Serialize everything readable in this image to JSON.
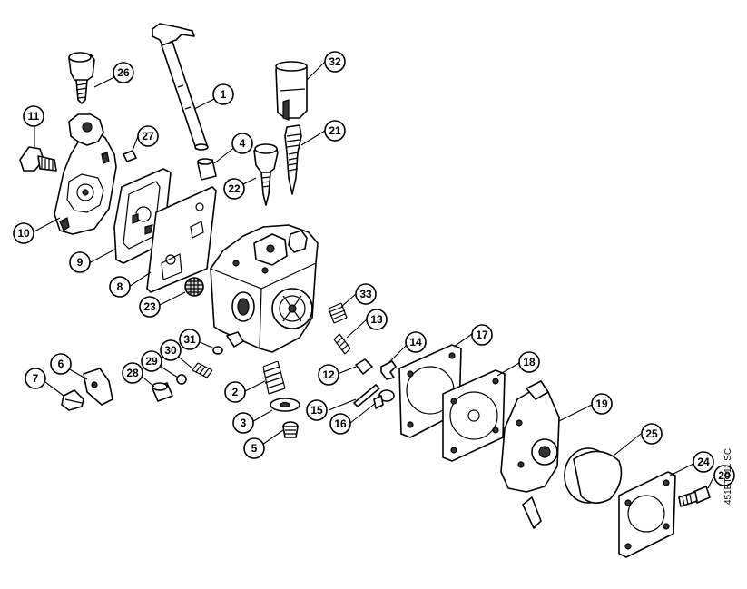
{
  "diagram": {
    "reference_code": "451ET011 SC",
    "callouts": [
      {
        "id": "c1",
        "label": "1"
      },
      {
        "id": "c2",
        "label": "2"
      },
      {
        "id": "c3",
        "label": "3"
      },
      {
        "id": "c4",
        "label": "4"
      },
      {
        "id": "c5",
        "label": "5"
      },
      {
        "id": "c6",
        "label": "6"
      },
      {
        "id": "c7",
        "label": "7"
      },
      {
        "id": "c8",
        "label": "8"
      },
      {
        "id": "c9",
        "label": "9"
      },
      {
        "id": "c10",
        "label": "10"
      },
      {
        "id": "c11",
        "label": "11"
      },
      {
        "id": "c12",
        "label": "12"
      },
      {
        "id": "c13",
        "label": "13"
      },
      {
        "id": "c14",
        "label": "14"
      },
      {
        "id": "c15",
        "label": "15"
      },
      {
        "id": "c16",
        "label": "16"
      },
      {
        "id": "c17",
        "label": "17"
      },
      {
        "id": "c18",
        "label": "18"
      },
      {
        "id": "c19",
        "label": "19"
      },
      {
        "id": "c20",
        "label": "20"
      },
      {
        "id": "c21",
        "label": "21"
      },
      {
        "id": "c22",
        "label": "22"
      },
      {
        "id": "c23",
        "label": "23"
      },
      {
        "id": "c24",
        "label": "24"
      },
      {
        "id": "c25",
        "label": "25"
      },
      {
        "id": "c26",
        "label": "26"
      },
      {
        "id": "c27",
        "label": "27"
      },
      {
        "id": "c28",
        "label": "28"
      },
      {
        "id": "c29",
        "label": "29"
      },
      {
        "id": "c30",
        "label": "30"
      },
      {
        "id": "c31",
        "label": "31"
      },
      {
        "id": "c32",
        "label": "32"
      },
      {
        "id": "c33",
        "label": "33"
      }
    ]
  }
}
